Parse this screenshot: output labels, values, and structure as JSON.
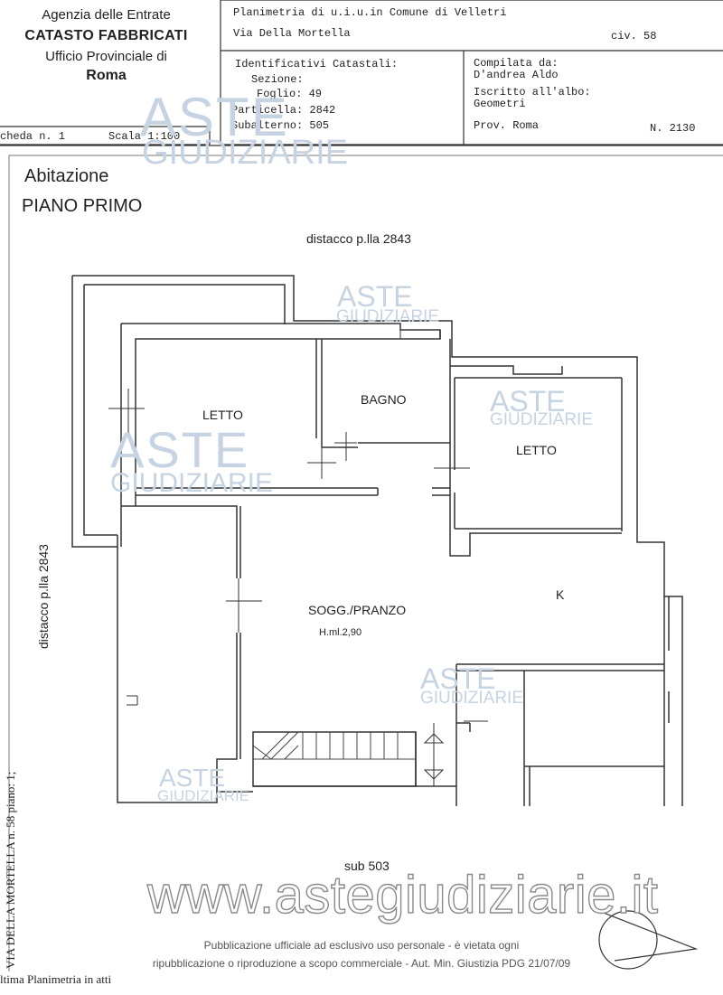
{
  "header": {
    "agency": "Agenzia delle Entrate",
    "catasto": "CATASTO FABBRICATI",
    "office": "Ufficio Provinciale di",
    "city": "Roma",
    "planimetria": "Planimetria di u.i.u.in Comune di Velletri",
    "street": "Via Della Mortella",
    "civ": "civ. 58",
    "ident_title": "Identificativi Catastali:",
    "sezione": "Sezione:",
    "foglio": "Foglio: 49",
    "particella": "Particella: 2842",
    "subalterno": "Subalterno: 505",
    "compilata": "Compilata da:",
    "compiler": "D'andrea Aldo",
    "iscritto": "Iscritto all'albo:",
    "geometri": "Geometri",
    "prov": "Prov. Roma",
    "number": "N. 2130",
    "scheda": "cheda n. 1",
    "scala": "Scala 1:100"
  },
  "plan": {
    "type": "Abitazione",
    "floor": "PIANO PRIMO",
    "top_label": "distacco p.lla 2843",
    "side_label": "distacco p.lla 2843",
    "rooms": {
      "letto1": "LETTO",
      "bagno": "BAGNO",
      "letto2": "LETTO",
      "k": "K",
      "sogg": "SOGG./PRANZO",
      "height": "H.ml.2,90"
    },
    "bottom_label": "sub 503",
    "vertical_address": "VIA DELLA MORTELLA n. 58 piano: 1;"
  },
  "watermark": {
    "aste": "ASTE",
    "giudiziarie": "GIUDIZIARIE",
    "url": "www.astegiudiziarie.it"
  },
  "footer": {
    "line1": "Pubblicazione ufficiale ad esclusivo uso personale - è vietata ogni",
    "line2": "ripubblicazione o riproduzione a scopo commerciale - Aut. Min. Giustizia PDG 21/07/09",
    "bottom_left": "ltima Planimetria in atti"
  }
}
